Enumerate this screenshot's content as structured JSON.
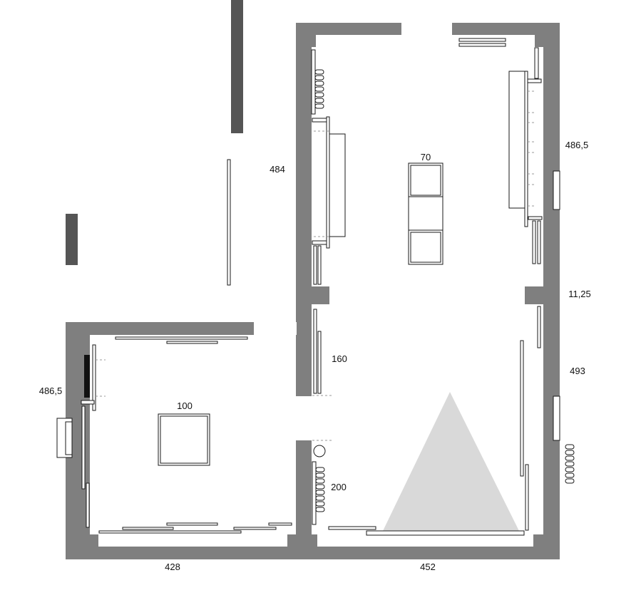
{
  "plan": {
    "wall_color": "#7f7f7f",
    "wall_dark_color": "#555555",
    "cone_color": "#d9d9d9",
    "furniture_color": "#ffffff",
    "line_color": "#1a1a1a",
    "dimensions": {
      "right_room_left_wall": "484",
      "right_room_top_right": "486,5",
      "right_room_pier": "11,25",
      "right_room_bottom_right": "493",
      "right_room_bottom": "452",
      "left_room_left": "486,5",
      "left_room_bottom": "428",
      "opening_upper": "160",
      "opening_lower": "200",
      "bench_label": "70",
      "table_label": "100"
    }
  }
}
